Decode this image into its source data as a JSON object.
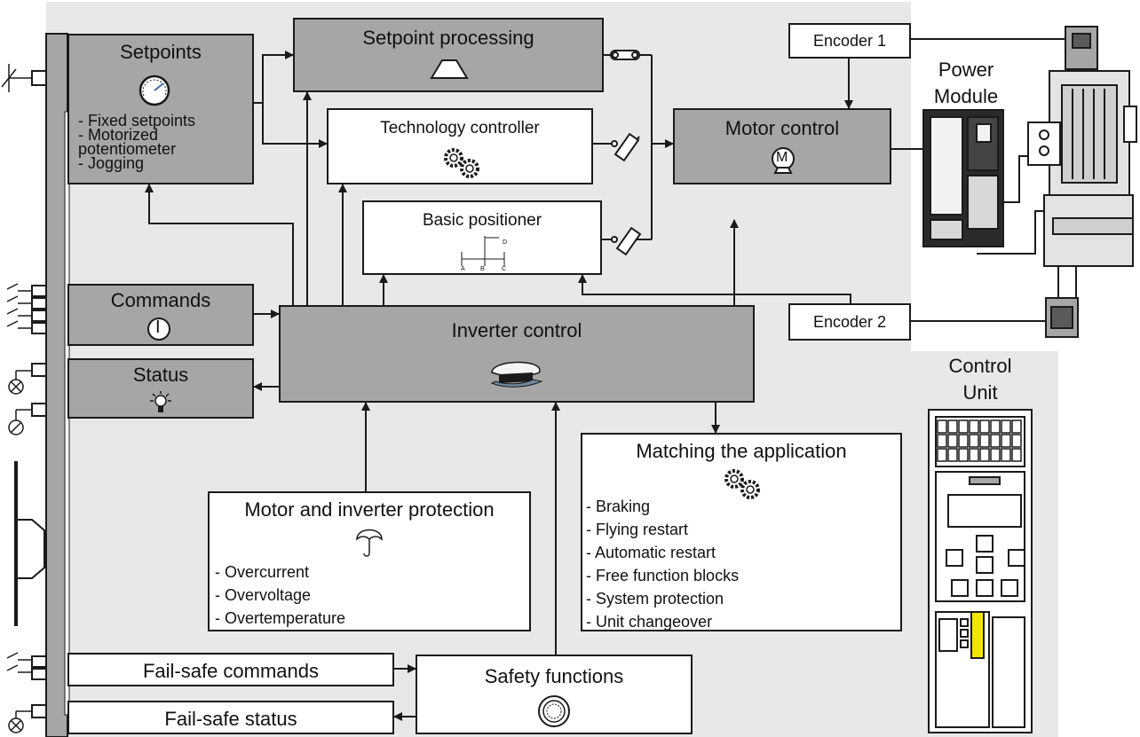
{
  "blocks": {
    "setpoints": {
      "title": "Setpoints",
      "items": [
        "- Fixed setpoints",
        "- Motorized",
        "potentiometer",
        "- Jogging"
      ]
    },
    "setpoint_processing": {
      "title": "Setpoint processing"
    },
    "technology_controller": {
      "title": "Technology controller"
    },
    "basic_positioner": {
      "title": "Basic positioner",
      "axis_labels": [
        "A",
        "B",
        "C",
        "D"
      ]
    },
    "motor_control": {
      "title": "Motor control",
      "icon_letter": "M"
    },
    "encoder_1": {
      "title": "Encoder 1"
    },
    "encoder_2": {
      "title": "Encoder 2"
    },
    "power_module": {
      "title_line1": "Power",
      "title_line2": "Module"
    },
    "commands": {
      "title": "Commands",
      "icon_letter": "I"
    },
    "status": {
      "title": "Status"
    },
    "inverter_control": {
      "title": "Inverter control"
    },
    "matching_application": {
      "title": "Matching the application",
      "items": [
        "- Braking",
        "- Flying restart",
        "- Automatic restart",
        "- Free function blocks",
        "- System protection",
        "- Unit changeover"
      ]
    },
    "motor_inverter_protection": {
      "title": "Motor and inverter protection",
      "items": [
        "- Overcurrent",
        "- Overvoltage",
        "- Overtemperature"
      ]
    },
    "control_unit": {
      "title_line1": "Control",
      "title_line2": "Unit"
    },
    "fail_safe_commands": {
      "title": "Fail-safe commands"
    },
    "fail_safe_status": {
      "title": "Fail-safe status"
    },
    "safety_functions": {
      "title": "Safety functions"
    }
  },
  "icons": [
    "gauge-icon",
    "trapezoid-ramp-icon",
    "gears-icon",
    "position-axis-icon",
    "motor-icon",
    "power-switch-icon",
    "light-bulb-icon",
    "captain-hat-icon",
    "umbrella-icon",
    "safety-dial-icon",
    "switch-contact-icon",
    "lamp-icon",
    "meter-icon",
    "analog-input-icon",
    "motor-drawing-icon",
    "power-module-drawing-icon",
    "control-unit-drawing-icon",
    "fieldbus-connector-icon"
  ],
  "colors": {
    "background_panel": "#e8e8e8",
    "dark_block": "#a6a6a6",
    "light_block": "#ffffff",
    "line": "#1a1a1a",
    "accent_yellow": "#f2e600",
    "hat_blue": "#6f8aa0"
  }
}
